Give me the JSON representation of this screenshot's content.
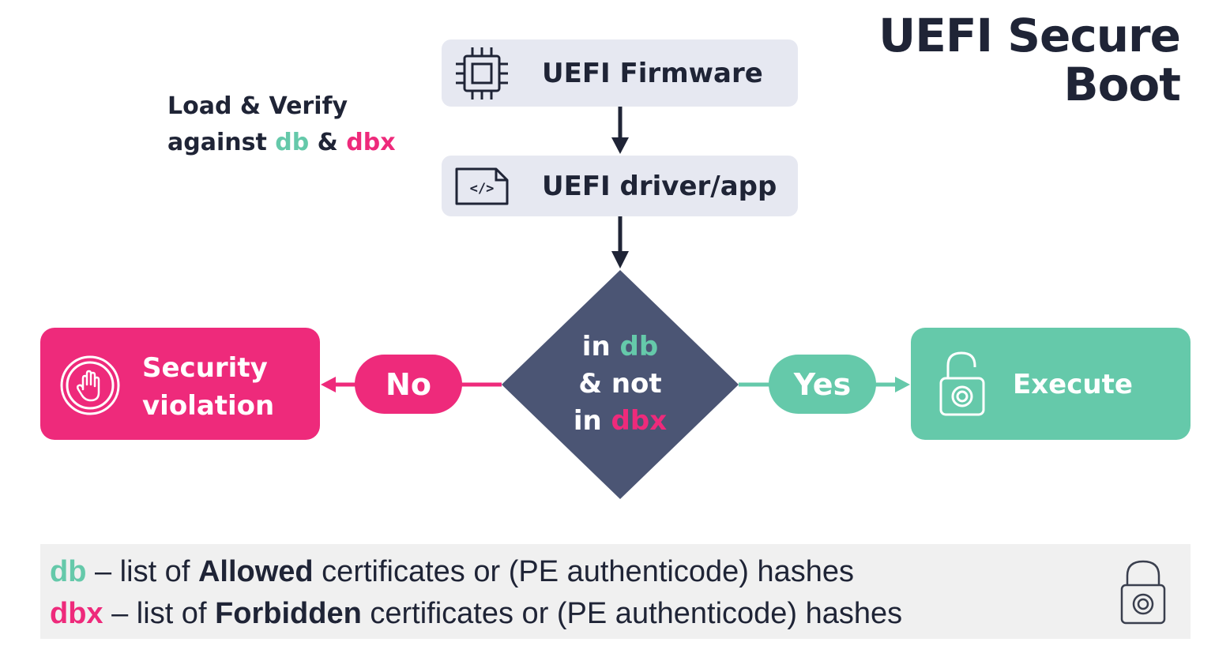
{
  "title": {
    "line1": "UEFI Secure",
    "line2": "Boot"
  },
  "note": {
    "line1": "Load & Verify",
    "line2_prefix": "against ",
    "db": "db",
    "amp": " & ",
    "dbx": "dbx"
  },
  "nodes": {
    "firmware": {
      "label": "UEFI Firmware",
      "icon": "chip-icon"
    },
    "driver": {
      "label": "UEFI driver/app",
      "icon": "code-file-icon",
      "icon_text": "</>"
    },
    "decision": {
      "l1a": "in ",
      "l1b": "db",
      "l2": "& not",
      "l3a": "in ",
      "l3b": "dbx"
    },
    "violation": {
      "line1": "Security",
      "line2": "violation",
      "icon": "stop-hand-icon"
    },
    "execute": {
      "label": "Execute",
      "icon": "unlocked-padlock-icon"
    }
  },
  "edges": {
    "no": "No",
    "yes": "Yes"
  },
  "legend": {
    "db_term": "db",
    "db_pre": " – list of ",
    "db_bold": "Allowed",
    "db_post": " certificates or (PE authenticode) hashes",
    "dbx_term": "dbx",
    "dbx_pre": " – list of ",
    "dbx_bold": "Forbidden",
    "dbx_post": " certificates or (PE authenticode) hashes",
    "icon": "padlock-icon"
  },
  "colors": {
    "dark": "#1f2436",
    "navy": "#4b5574",
    "pink": "#ee2a7b",
    "green": "#65c9aa",
    "box_gray": "#e6e8f1"
  }
}
